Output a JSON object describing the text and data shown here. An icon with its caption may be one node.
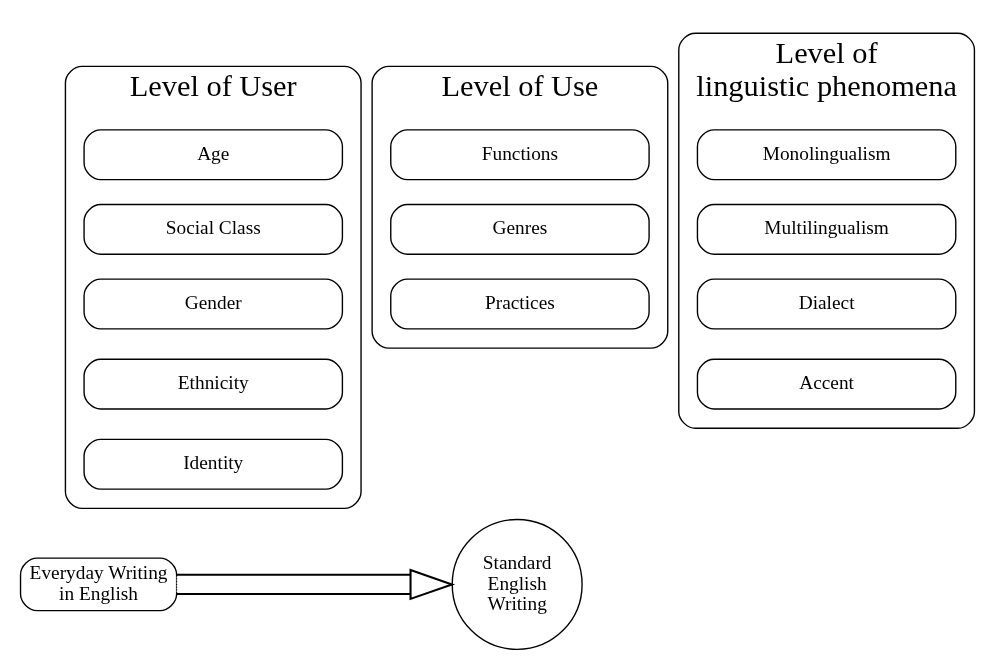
{
  "diagram": {
    "nodes": [
      {
        "text": [
          "Level of Use"
        ]
      },
      {
        "text": [
          "Functions"
        ],
        "in": 0
      },
      {
        "text": [
          "Genres"
        ],
        "in": 0
      },
      {
        "text": [
          "Practices"
        ],
        "in": 0
      },
      {
        "text": [
          "Level of User"
        ]
      },
      {
        "text": [
          "Age"
        ],
        "in": 4
      },
      {
        "text": [
          "Social Class"
        ],
        "in": 4
      },
      {
        "text": [
          "Gender"
        ],
        "in": 4
      },
      {
        "text": [
          "Ethnicity"
        ],
        "in": 4
      },
      {
        "text": [
          "Identity"
        ],
        "in": 4
      },
      {
        "text": [
          "Level of linguistic phenomena"
        ]
      },
      {
        "text": [
          "Monolingualism"
        ],
        "in": 10
      },
      {
        "text": [
          "Multilingualism"
        ],
        "in": 10
      },
      {
        "text": [
          "Dialect"
        ],
        "in": 10
      },
      {
        "text": [
          "Accent"
        ],
        "in": 10
      },
      {
        "text": [
          "Everyday Writing in English"
        ]
      },
      {
        "text": [
          "Standard English Writing"
        ]
      }
    ],
    "edges": [
      {
        "from": 15,
        "to": 16,
        "arrow": "to"
      }
    ]
  }
}
